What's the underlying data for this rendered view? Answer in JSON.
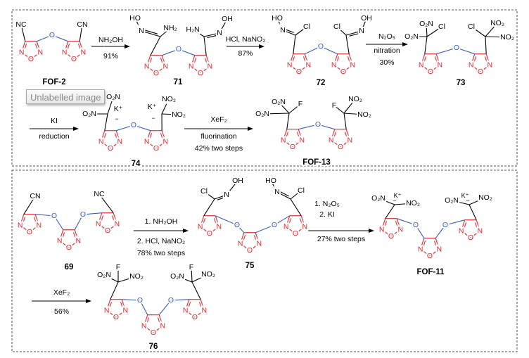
{
  "colors": {
    "ring": "#e8242c",
    "bridge": "#3b5bbf",
    "bond": "#000000",
    "panel_border": "#555555"
  },
  "atoms": {
    "N": "N",
    "O": "O"
  },
  "tooltip": "Unlabelled image",
  "compounds": {
    "fof2": {
      "label": "FOF-2",
      "substituents": [
        [
          "NC"
        ],
        [
          "CN"
        ]
      ]
    },
    "c71": {
      "label": "71",
      "substituents": [
        [
          "HO",
          "N",
          "NH₂"
        ],
        [
          "H₂N",
          "N",
          "OH"
        ]
      ]
    },
    "c72": {
      "label": "72",
      "substituents": [
        [
          "HO",
          "N",
          "Cl"
        ],
        [
          "Cl",
          "N",
          "OH"
        ]
      ]
    },
    "c73": {
      "label": "73",
      "substituents": [
        [
          "O₂N",
          "Cl",
          "O₂N"
        ],
        [
          "Cl",
          "NO₂",
          "NO₂"
        ]
      ]
    },
    "c74": {
      "label": "74",
      "substituents": [
        [
          "O₂N",
          "O₂N",
          "K⁺",
          "−"
        ],
        [
          "NO₂",
          "NO₂",
          "K⁺",
          "−"
        ]
      ]
    },
    "fof13": {
      "label": "FOF-13",
      "substituents": [
        [
          "O₂N",
          "F",
          "O₂N"
        ],
        [
          "NO₂",
          "F",
          "NO₂"
        ]
      ]
    },
    "c69": {
      "label": "69",
      "substituents": [
        [
          "CN"
        ],
        [
          "NC"
        ]
      ]
    },
    "c75": {
      "label": "75",
      "substituents": [
        [
          "Cl",
          "N",
          "OH"
        ],
        [
          "HO",
          "N",
          "Cl"
        ]
      ]
    },
    "fof11": {
      "label": "FOF-11",
      "substituents": [
        [
          "O₂N",
          "K⁺",
          "NO₂",
          "−"
        ],
        [
          "O₂N",
          "K⁺",
          "NO₂",
          "−"
        ]
      ]
    },
    "c76": {
      "label": "76",
      "substituents": [
        [
          "O₂N",
          "F",
          "NO₂"
        ],
        [
          "O₂N",
          "F",
          "NO₂"
        ]
      ]
    }
  },
  "reactions": [
    {
      "above": [
        "NH₂OH"
      ],
      "below": [
        "91%"
      ]
    },
    {
      "above": [
        "HCl, NaNO₂"
      ],
      "below": [
        "87%"
      ]
    },
    {
      "above": [
        "N₂O₅"
      ],
      "below": [
        "nitration",
        "30%"
      ]
    },
    {
      "above": [
        "KI"
      ],
      "below": [
        "reduction"
      ]
    },
    {
      "above": [
        "XeF₂"
      ],
      "below": [
        "fluorination",
        "42% two steps"
      ]
    },
    {
      "above": [
        "1. NH₂OH"
      ],
      "below": [
        "2. HCl, NaNO₂",
        "78% two steps"
      ]
    },
    {
      "above": [
        "1. N₂O₅",
        "2. KI"
      ],
      "below": [
        "27% two steps"
      ]
    },
    {
      "above": [
        "XeF₂"
      ],
      "below": [
        "56%"
      ]
    }
  ]
}
